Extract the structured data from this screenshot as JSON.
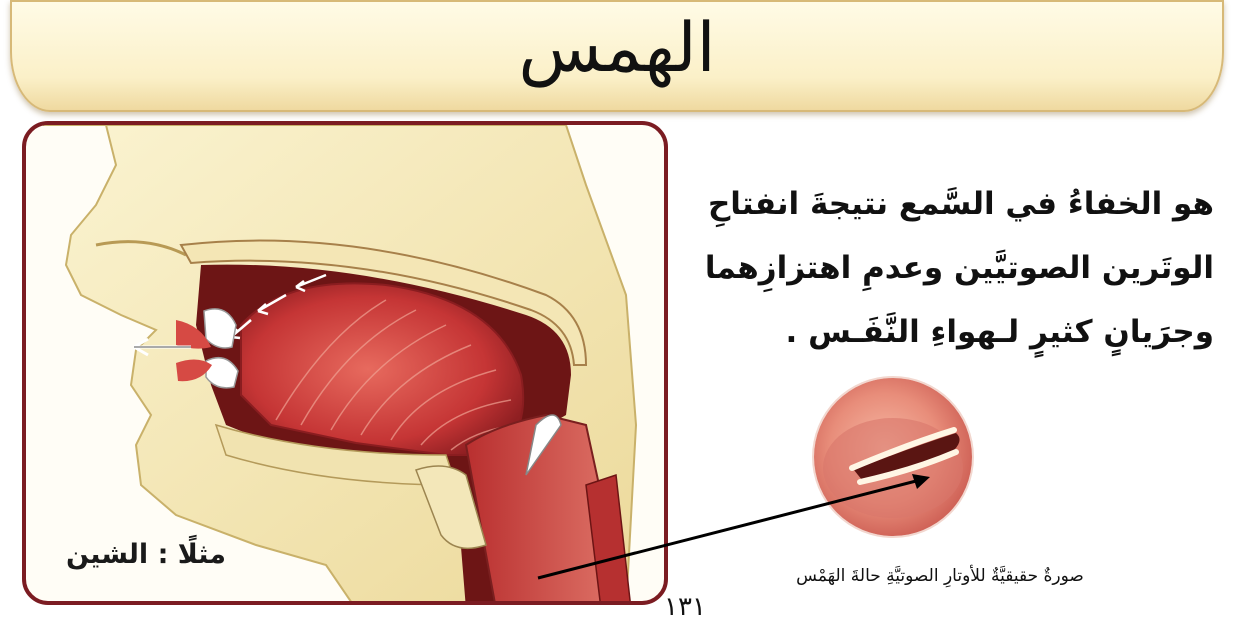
{
  "title": "الهمس",
  "definition": {
    "lines": [
      "هو الخفاءُ في السَّمع نتيجةَ انفتاحِ",
      "الوتَرين الصوتيَّين وعدمِ اهتزازِهما",
      "وجرَيانٍ كثيرٍ لـهواءِ النَّفَـس ."
    ]
  },
  "diagram": {
    "example_label": "مثلًا : الشين"
  },
  "photo": {
    "caption": "صورةٌ حقيقيَّةٌ للأوتارِ الصوتيَّةِ حالةَ الهَمْس"
  },
  "page_number": "١٣١",
  "colors": {
    "frame_border": "#7b1c22",
    "banner_fill": "#fbf0c8",
    "tissue_red": "#c63a3a",
    "skin": "#f7efc2"
  }
}
